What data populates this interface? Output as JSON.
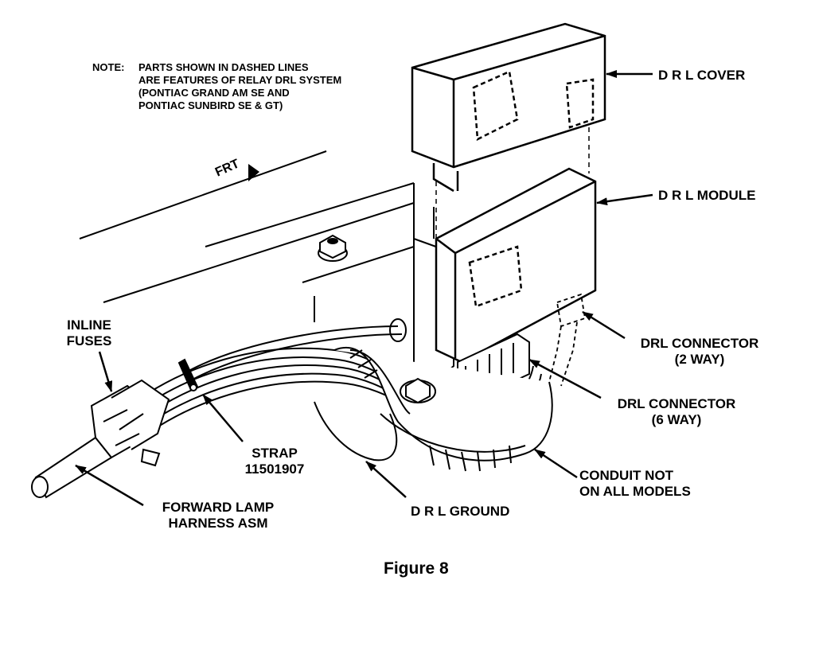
{
  "note": {
    "prefix": "NOTE:",
    "lines": [
      "PARTS SHOWN IN DASHED LINES",
      "ARE FEATURES OF RELAY DRL SYSTEM",
      "(PONTIAC GRAND AM SE AND",
      "PONTIAC SUNBIRD SE & GT)"
    ]
  },
  "frt_marker": "FRT",
  "labels": {
    "drl_cover": "D R L COVER",
    "drl_module": "D R L MODULE",
    "drl_connector_2way": [
      "DRL CONNECTOR",
      "(2 WAY)"
    ],
    "drl_connector_6way": [
      "DRL CONNECTOR",
      "(6 WAY)"
    ],
    "conduit": [
      "CONDUIT NOT",
      "ON ALL MODELS"
    ],
    "drl_ground": "D R L GROUND",
    "strap": [
      "STRAP",
      "11501907"
    ],
    "inline_fuses": [
      "INLINE",
      "FUSES"
    ],
    "forward_lamp": [
      "FORWARD LAMP",
      "HARNESS ASM"
    ]
  },
  "caption": "Figure 8"
}
